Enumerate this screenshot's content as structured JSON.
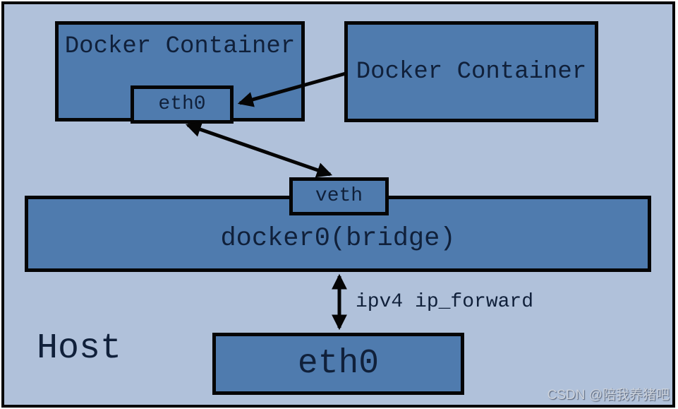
{
  "diagram": {
    "host_label": "Host",
    "container_left": {
      "label": "Docker Container",
      "interface_label": "eth0"
    },
    "container_right": {
      "label": "Docker Container"
    },
    "veth_label": "veth",
    "bridge_label": "docker0(bridge)",
    "forward_label": "ipv4 ip_forward",
    "host_interface_label": "eth0",
    "watermark": "CSDN @陪我养猪吧"
  },
  "colors": {
    "host_background": "#b0c1da",
    "node_fill": "#4f7bae",
    "border_and_arrows": "#050505",
    "label_text": "#10203a",
    "watermark_text": "#ccd2db"
  }
}
